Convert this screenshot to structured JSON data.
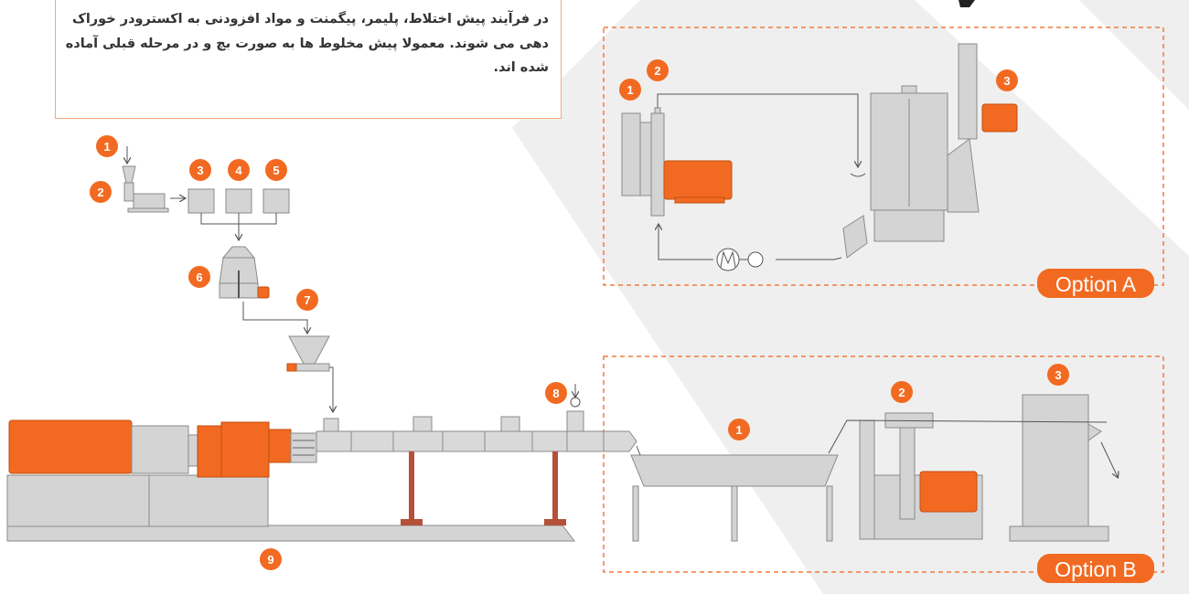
{
  "description_text": "در فرآیند پیش اختلاط، پلیمر، پیگمنت و مواد افزودنی به اکسترودر خوراک دهی می شوند. معمولا پیش مخلوط ها به صورت بچ و در مرحله قبلی آماده شده اند.",
  "options": [
    {
      "label": "Option A"
    },
    {
      "label": "Option B"
    }
  ],
  "number_badges": {
    "feed_1": "1",
    "feed_2": "2",
    "bin_3": "3",
    "bin_4": "4",
    "bin_5": "5",
    "hopper_6": "6",
    "feeder_7": "7",
    "vent_8": "8",
    "base_9": "9",
    "a_1": "1",
    "a_2": "2",
    "a_3": "3",
    "b_1": "1",
    "b_2": "2",
    "b_3": "3"
  },
  "colors": {
    "accent": "#f26a21",
    "machine_gray": "#d4d4d4",
    "machine_stroke": "#8a8a8a",
    "background_band": "#efefef",
    "dashed_border": "#f07b3f"
  }
}
